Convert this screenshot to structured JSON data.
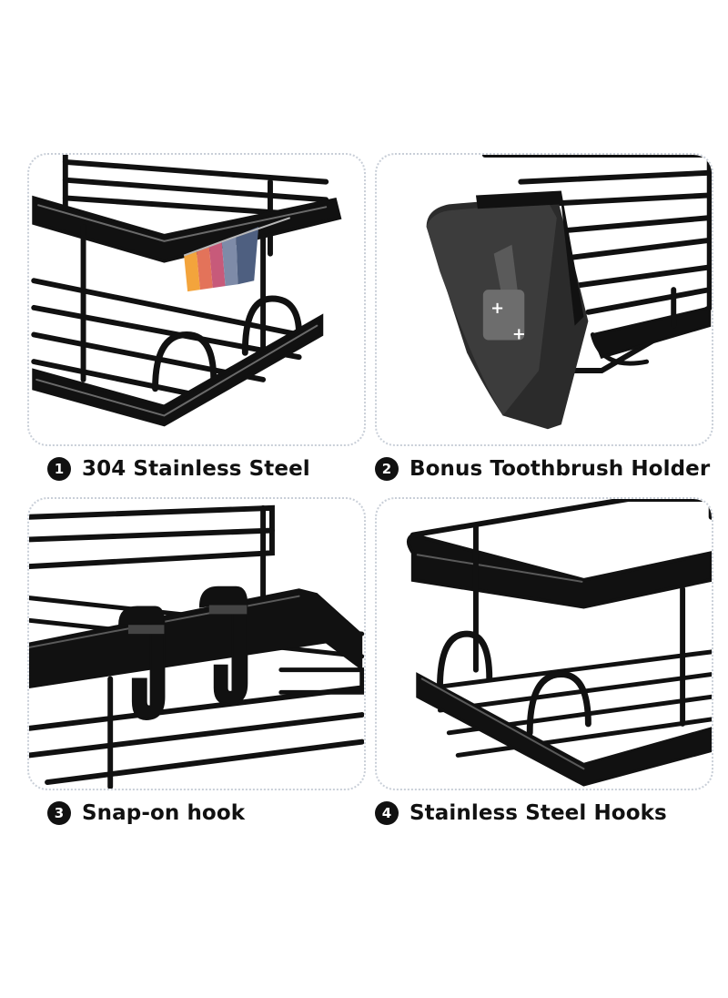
{
  "features": [
    {
      "number": "1",
      "label": "304 Stainless Steel"
    },
    {
      "number": "2",
      "label": "Bonus Toothbrush Holder"
    },
    {
      "number": "3",
      "label": "Snap-on hook"
    },
    {
      "number": "4",
      "label": "Stainless Steel Hooks"
    }
  ],
  "colors": {
    "metal": "#111111",
    "highlight": "#5a5a5a",
    "panel_border": "#c9cfd8",
    "background": "#ffffff"
  }
}
